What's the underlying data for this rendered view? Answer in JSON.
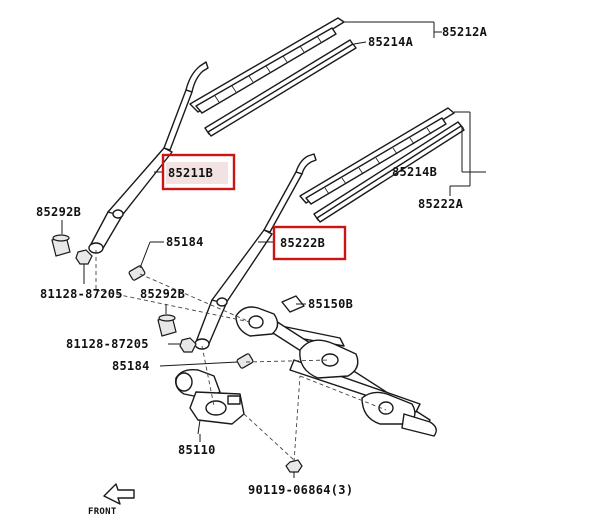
{
  "labels": {
    "p85212A": "85212A",
    "p85214A": "85214A",
    "p85211B": "85211B",
    "p85214B": "85214B",
    "p85222A": "85222A",
    "p85292B_1": "85292B",
    "p85184_1": "85184",
    "p85222B": "85222B",
    "p81128_1": "81128-87205",
    "p85292B_2": "85292B",
    "p85150B": "85150B",
    "p81128_2": "81128-87205",
    "p85184_2": "85184",
    "p85110": "85110",
    "p90119": "90119-06864(3)",
    "front": "FRONT"
  },
  "colors": {
    "highlight": "#cc1414",
    "ink": "#1a1a1a"
  },
  "highlighted_parts": [
    "85211B",
    "85222B"
  ]
}
